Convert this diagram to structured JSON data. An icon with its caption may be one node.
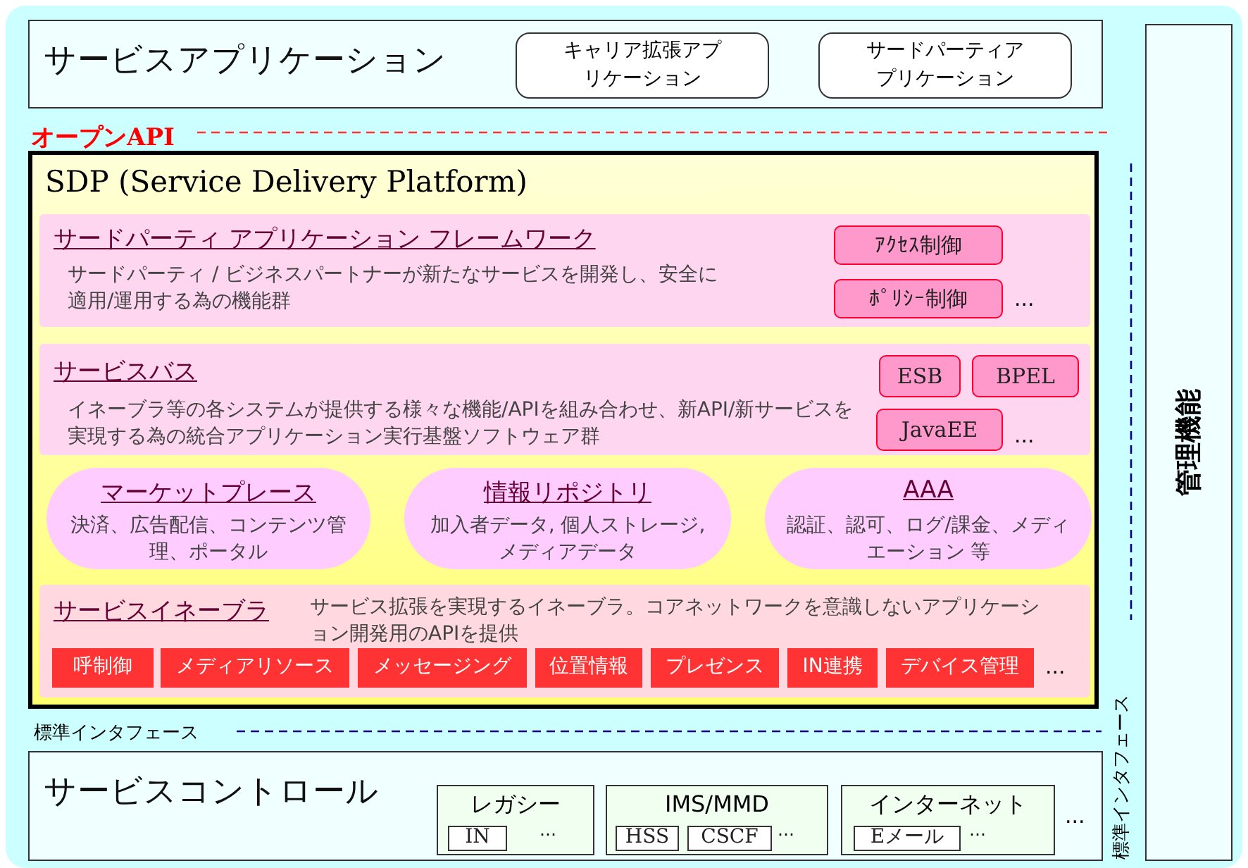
{
  "diagram": {
    "nodes": [
      {
        "text": [
          "サービスアプリケーション"
        ]
      },
      {
        "text": [
          "キャリア拡張アプリケーション"
        ],
        "in": 0
      },
      {
        "text": [
          "サードパーティアプリケーション"
        ],
        "in": 0
      },
      {
        "text": [
          "SDP (Service Delivery Platform)"
        ]
      },
      {
        "text": [
          "サードパーティ アプリケーション フレームワーク",
          "サードパーティ / ビジネスパートナーが新たなサービスを開発し、安全に適用/運用する為の機能群"
        ],
        "in": 3
      },
      {
        "text": [
          "ｱｸｾｽ制御"
        ],
        "in": 4
      },
      {
        "text": [
          "ﾎﾟﾘｼｰ制御"
        ],
        "in": 4
      },
      {
        "text": [
          "サービスバス",
          "イネーブラ等の各システムが提供する様々な機能/APIを組み合わせ、新API/新サービスを実現する為の統合アプリケーション実行基盤ソフトウェア群"
        ],
        "in": 3
      },
      {
        "text": [
          "ESB"
        ],
        "in": 7
      },
      {
        "text": [
          "BPEL"
        ],
        "in": 7
      },
      {
        "text": [
          "JavaEE"
        ],
        "in": 7
      },
      {
        "text": [
          "マーケットプレース",
          "決済、広告配信、コンテンツ管理、ポータル"
        ],
        "in": 3
      },
      {
        "text": [
          "情報リポジトリ",
          "加入者データ, 個人ストレージ, メディアデータ"
        ],
        "in": 3
      },
      {
        "text": [
          "AAA",
          "認証、認可、ログ/課金、メディエーション 等"
        ],
        "in": 3
      },
      {
        "text": [
          "サービスイネーブラ",
          "サービス拡張を実現するイネーブラ。コアネットワークを意識しないアプリケーション開発用のAPIを提供"
        ],
        "in": 3
      },
      {
        "text": [
          "呼制御"
        ],
        "in": 14
      },
      {
        "text": [
          "メディアリソース"
        ],
        "in": 14
      },
      {
        "text": [
          "メッセージング"
        ],
        "in": 14
      },
      {
        "text": [
          "位置情報"
        ],
        "in": 14
      },
      {
        "text": [
          "プレゼンス"
        ],
        "in": 14
      },
      {
        "text": [
          "IN連携"
        ],
        "in": 14
      },
      {
        "text": [
          "デバイス管理"
        ],
        "in": 14
      },
      {
        "text": [
          "管理機能"
        ]
      },
      {
        "text": [
          "サービスコントロール"
        ]
      },
      {
        "text": [
          "レガシー"
        ],
        "in": 23
      },
      {
        "text": [
          "IN"
        ],
        "in": 24
      },
      {
        "text": [
          "IMS/MMD"
        ],
        "in": 23
      },
      {
        "text": [
          "HSS"
        ],
        "in": 26
      },
      {
        "text": [
          "CSCF"
        ],
        "in": 26
      },
      {
        "text": [
          "インターネット"
        ],
        "in": 23
      },
      {
        "text": [
          "Eメール"
        ],
        "in": 29
      }
    ],
    "labels": [
      "オープンAPI",
      "...",
      "...",
      "...",
      "標準インタフェース",
      "標準インタフェース",
      "…",
      "…",
      "…",
      "..."
    ]
  }
}
